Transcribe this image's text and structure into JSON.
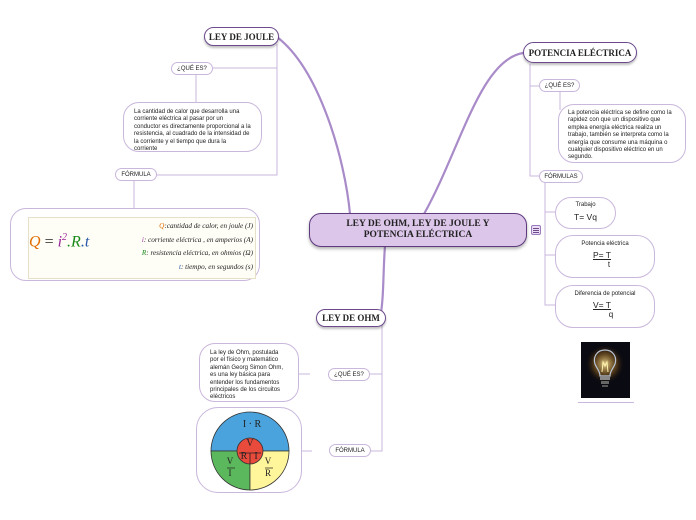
{
  "central": {
    "title": "LEY DE OHM, LEY DE JOULE Y POTENCIA ELÉCTRICA",
    "menu_icon": "list-icon"
  },
  "joule": {
    "title": "LEY DE JOULE",
    "que_es_label": "¿QUÉ ES?",
    "description": "La cantidad de calor que desarrolla una corriente eléctrica al pasar por un conductor es directamente proporcional a la resistencia, al cuadrado de la intensidad de la corriente y el tiempo que dura la corriente",
    "formula_label": "FÓRMULA",
    "formula": {
      "Q": "Q",
      "eq": "=",
      "i": "i",
      "exp": "2",
      "R": ".R",
      "t": ".t"
    },
    "legend": [
      {
        "symbol": "Q",
        "text": ":cantidad de calor, en joule (J)",
        "color": "#e06b00"
      },
      {
        "symbol": "i",
        "text": ": corriente eléctrica , en amperios (A)",
        "color": "#9b2a9b"
      },
      {
        "symbol": "R",
        "text": ": resistencia eléctrica, en ohmios (Ω)",
        "color": "#1a8a1a"
      },
      {
        "symbol": "t",
        "text": ": tiempo, en segundos (s)",
        "color": "#2255aa"
      }
    ]
  },
  "potencia": {
    "title": "POTENCIA ELÉCTRICA",
    "que_es_label": "¿QUÉ ES?",
    "description": "La potencia eléctrica se define como la rapidez con que un dispositivo que emplea energía eléctrica realiza un trabajo, también se interpreta como la energía que consume una máquina o cualquier dispositivo eléctrico en un segundo.",
    "formulas_label": "FÓRMULAS",
    "formulas": [
      {
        "name": "Trabajo",
        "lhs": "T= Vq",
        "den": ""
      },
      {
        "name": "Potencia eléctrica",
        "lhs": "P= T",
        "den": "t"
      },
      {
        "name": "Diferencia de potencial",
        "lhs": "V= T",
        "den": "q"
      }
    ],
    "image_label": "light-bulb-image"
  },
  "ohm": {
    "title": "LEY DE OHM",
    "que_es_label": "¿QUÉ ES?",
    "description": "La ley de Ohm, postulada por el físico y matemático alemán Georg Simon Ohm, es una ley básica para entender los fundamentos principales de los circuitos eléctricos",
    "formula_label": "FÓRMULA",
    "wheel": {
      "top": "I · R",
      "left_num": "V",
      "left_den": "I",
      "right_num": "V",
      "right_den": "R",
      "center_top": "V",
      "center_left": "R",
      "center_right": "I"
    }
  },
  "colors": {
    "branch": "#9b7bbd",
    "center_fill": "#dcc6ea",
    "wheel_blue": "#4aa3dc",
    "wheel_green": "#5cb85c",
    "wheel_yellow": "#fff59a",
    "wheel_red": "#e84a3c"
  }
}
